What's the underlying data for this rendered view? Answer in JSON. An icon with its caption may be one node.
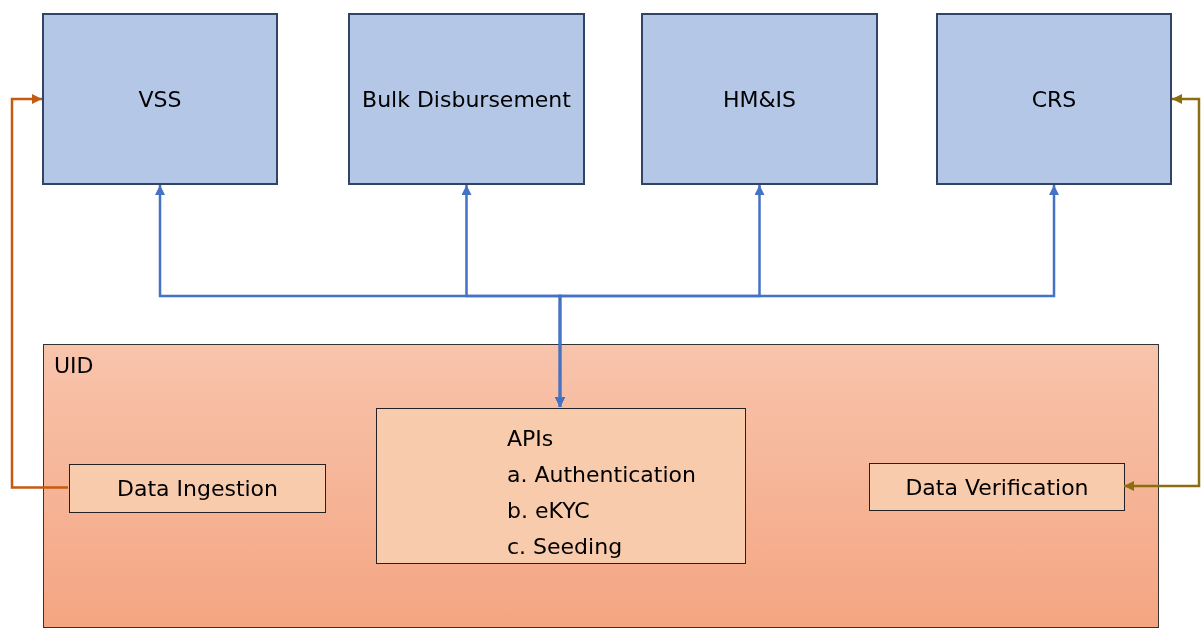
{
  "diagram": {
    "nodes": [
      {
        "text": [
          "VSS"
        ]
      },
      {
        "text": [
          "Bulk Disbursement"
        ]
      },
      {
        "text": [
          "HM&IS"
        ]
      },
      {
        "text": [
          "CRS"
        ]
      },
      {
        "text": [
          "UID"
        ]
      },
      {
        "text": [
          "Data Ingestion"
        ],
        "in": 4
      },
      {
        "text": [
          "APIs",
          "a. Authentication",
          "b. eKYC",
          "c. Seeding"
        ],
        "in": 4
      },
      {
        "text": [
          "Data Verification"
        ],
        "in": 4
      }
    ],
    "edges": [
      {
        "from": 6,
        "to": 0,
        "arrow": "both"
      },
      {
        "from": 6,
        "to": 1,
        "arrow": "both"
      },
      {
        "from": 6,
        "to": 2,
        "arrow": "both"
      },
      {
        "from": 6,
        "to": 3,
        "arrow": "both"
      },
      {
        "from": 5,
        "to": 0,
        "arrow": "to",
        "color": "#c55a11"
      },
      {
        "from": 7,
        "to": 3,
        "arrow": "both",
        "color": "#8b6d12"
      }
    ]
  }
}
